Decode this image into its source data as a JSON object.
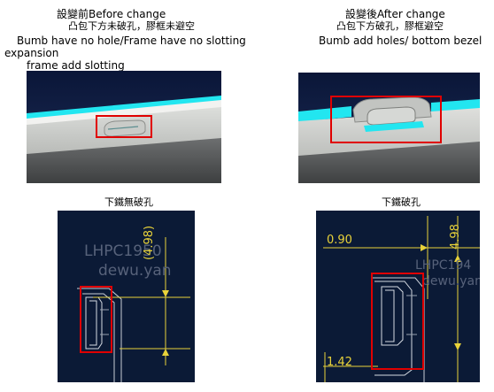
{
  "left": {
    "title": "設變前Before change",
    "subtitle": "凸包下方未破孔，膠框未避空",
    "desc1": "Bumb   have   no   hole/Frame   have   no   slotting",
    "desc2": "expansion",
    "desc3": "frame add slotting",
    "cad_caption": "下鐵無破孔",
    "cad_watermark1": "LHPC1950",
    "cad_watermark2": "dewu.yan",
    "cad_dim": "(4.98)"
  },
  "right": {
    "title": "設變後After change",
    "subtitle": "凸包下方破孔，膠框避空",
    "desc1": "Bumb   add   holes/   bottom   bezel",
    "cad_caption": "下鐵破孔",
    "cad_dim_h": "0.90",
    "cad_dim_v": "4.98",
    "cad_dim_b": "1.42",
    "cad_watermark1": "LHPC194",
    "cad_watermark2": "dewu.yan"
  },
  "colors": {
    "highlight": "#e00000",
    "cad_bg": "#0b1a36",
    "cad_dim": "#e8d23a",
    "model_accent": "#22e6f0"
  }
}
